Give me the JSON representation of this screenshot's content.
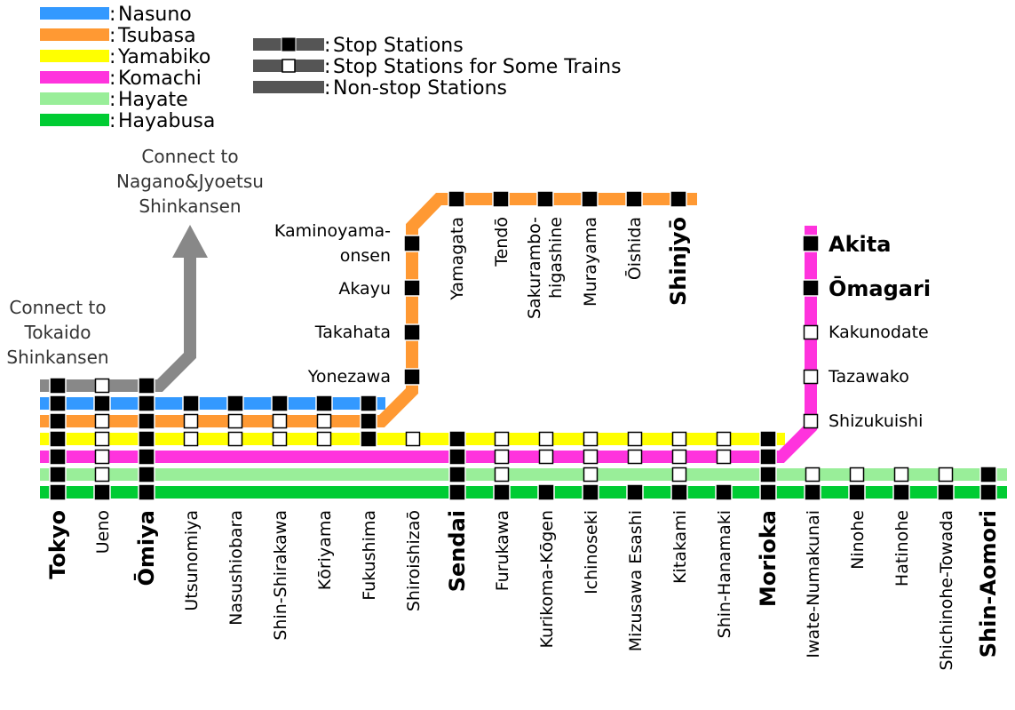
{
  "legend": {
    "lines": [
      {
        "name": "Nasuno",
        "color": "#3399ff"
      },
      {
        "name": "Tsubasa",
        "color": "#ff9933"
      },
      {
        "name": "Yamabiko",
        "color": "#ffff00"
      },
      {
        "name": "Komachi",
        "color": "#ff33dd"
      },
      {
        "name": "Hayate",
        "color": "#99ee99"
      },
      {
        "name": "Hayabusa",
        "color": "#00cc33"
      }
    ],
    "markers": [
      {
        "type": "stop",
        "label": "Stop Stations"
      },
      {
        "type": "some",
        "label": "Stop Stations for Some Trains"
      },
      {
        "type": "none",
        "label": "Non-stop Stations"
      }
    ],
    "prefix": ":"
  },
  "connections": {
    "nagano": [
      "Connect to",
      "Nagano&Jyoetsu",
      "Shinkansen"
    ],
    "tokaido": [
      "Connect to",
      "Tokaido",
      "Shinkansen"
    ]
  },
  "main_stations": [
    {
      "name": "Tokyo",
      "bold": true
    },
    {
      "name": "Ueno",
      "bold": false
    },
    {
      "name": "Ōmiya",
      "bold": true
    },
    {
      "name": "Utsunomiya",
      "bold": false
    },
    {
      "name": "Nasushiobara",
      "bold": false
    },
    {
      "name": "Shin-Shirakawa",
      "bold": false
    },
    {
      "name": "Kōriyama",
      "bold": false
    },
    {
      "name": "Fukushima",
      "bold": false
    },
    {
      "name": "Shiroishizaō",
      "bold": false
    },
    {
      "name": "Sendai",
      "bold": true
    },
    {
      "name": "Furukawa",
      "bold": false
    },
    {
      "name": "Kurikoma-Kōgen",
      "bold": false
    },
    {
      "name": "Ichinoseki",
      "bold": false
    },
    {
      "name": "Mizusawa Esashi",
      "bold": false
    },
    {
      "name": "Kitakami",
      "bold": false
    },
    {
      "name": "Shin-Hanamaki",
      "bold": false
    },
    {
      "name": "Morioka",
      "bold": true
    },
    {
      "name": "Iwate-Numakunai",
      "bold": false
    },
    {
      "name": "Ninohe",
      "bold": false
    },
    {
      "name": "Hatinohe",
      "bold": false
    },
    {
      "name": "Shichinohe-Towada",
      "bold": false
    },
    {
      "name": "Shin-Aomori",
      "bold": true
    }
  ],
  "yamagata_branch_vertical": [
    {
      "name": [
        "Kaminoyama-",
        "onsen"
      ],
      "marker": "stop"
    },
    {
      "name": [
        "Akayu"
      ],
      "marker": "stop"
    },
    {
      "name": [
        "Takahata"
      ],
      "marker": "stop"
    },
    {
      "name": [
        "Yonezawa"
      ],
      "marker": "stop"
    }
  ],
  "yamagata_branch_top": [
    {
      "name": [
        "Yamagata"
      ],
      "bold": false
    },
    {
      "name": [
        "Tendō"
      ],
      "bold": false
    },
    {
      "name": [
        "Sakurambo-",
        "higashine"
      ],
      "bold": false
    },
    {
      "name": [
        "Murayama"
      ],
      "bold": false
    },
    {
      "name": [
        "Ōishida"
      ],
      "bold": false
    },
    {
      "name": [
        "Shinjyō"
      ],
      "bold": true
    }
  ],
  "akita_branch": [
    {
      "name": "Akita",
      "bold": true,
      "marker": "stop"
    },
    {
      "name": "Ōmagari",
      "bold": true,
      "marker": "stop"
    },
    {
      "name": "Kakunodate",
      "bold": false,
      "marker": "some"
    },
    {
      "name": "Tazawako",
      "bold": false,
      "marker": "some"
    },
    {
      "name": "Shizukuishi",
      "bold": false,
      "marker": "some"
    }
  ],
  "station_markers": {
    "gray": [
      "stop",
      "some",
      "stop"
    ],
    "nasuno": [
      "stop",
      "stop",
      "stop",
      "stop",
      "stop",
      "stop",
      "stop",
      "stop"
    ],
    "tsubasa": [
      "stop",
      "some",
      "stop",
      "some",
      "some",
      "some",
      "some",
      "stop"
    ],
    "yamabiko": [
      "stop",
      "some",
      "stop",
      "some",
      "some",
      "some",
      "some",
      "stop",
      "some",
      "stop",
      "some",
      "some",
      "some",
      "some",
      "some",
      "some",
      "stop"
    ],
    "komachi": [
      "stop",
      "some",
      "stop",
      "none",
      "none",
      "none",
      "none",
      "none",
      "none",
      "stop",
      "some",
      "some",
      "some",
      "some",
      "some",
      "some",
      "stop"
    ],
    "hayate": [
      "stop",
      "some",
      "stop",
      "none",
      "none",
      "none",
      "none",
      "none",
      "none",
      "stop",
      "some",
      "none",
      "some",
      "none",
      "some",
      "none",
      "stop",
      "some",
      "some",
      "some",
      "some",
      "stop"
    ],
    "hayabusa": [
      "stop",
      "stop",
      "stop",
      "none",
      "none",
      "none",
      "none",
      "none",
      "none",
      "stop",
      "stop",
      "stop",
      "stop",
      "stop",
      "stop",
      "stop",
      "stop",
      "stop",
      "stop",
      "stop",
      "stop",
      "stop"
    ]
  }
}
